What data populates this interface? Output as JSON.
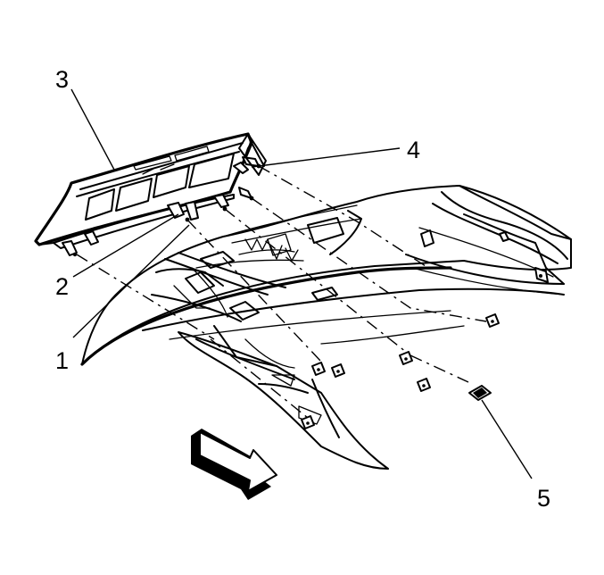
{
  "diagram": {
    "callouts": [
      {
        "id": "callout-1",
        "text": "1"
      },
      {
        "id": "callout-2",
        "text": "2"
      },
      {
        "id": "callout-3",
        "text": "3"
      },
      {
        "id": "callout-4",
        "text": "4"
      },
      {
        "id": "callout-5",
        "text": "5"
      }
    ],
    "colors": {
      "ink": "#000000",
      "paper": "#ffffff"
    },
    "icons": {
      "direction_arrow": "forward-arrow-icon"
    }
  }
}
